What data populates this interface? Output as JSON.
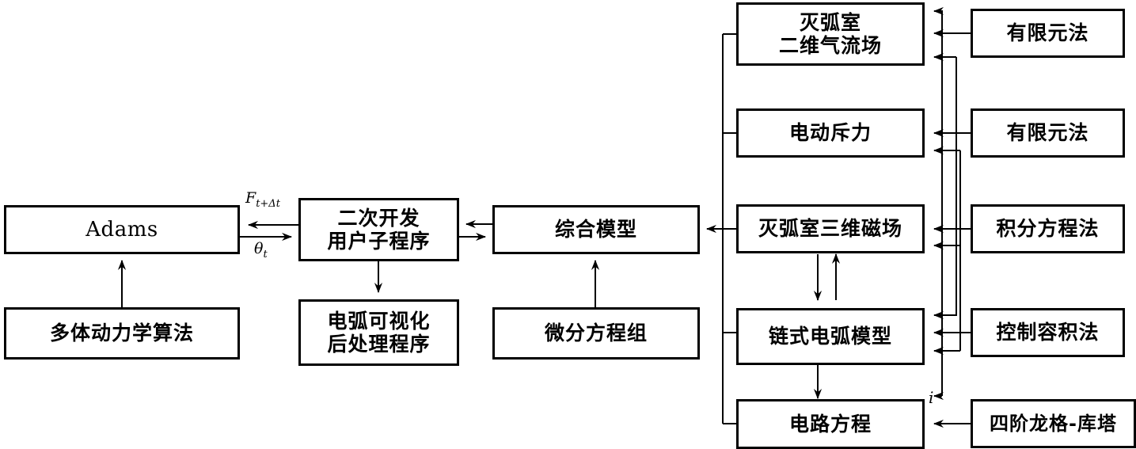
{
  "diagram": {
    "title": "Adams multi-body arc simulation coupling block diagram",
    "stroke_color": "#000000",
    "fill_color": "#ffffff",
    "boxes": [
      {
        "id": "adams",
        "label": "Adams",
        "script": "latin"
      },
      {
        "id": "mbd",
        "label": "多体动力学算法",
        "script": "cjk"
      },
      {
        "id": "subroutine",
        "label_line1": "二次开发",
        "label_line2": "用户子程序",
        "script": "cjk"
      },
      {
        "id": "arcvis",
        "label_line1": "电弧可视化",
        "label_line2": "后处理程序",
        "script": "cjk"
      },
      {
        "id": "integrated",
        "label": "综合模型",
        "script": "cjk"
      },
      {
        "id": "diffeq",
        "label": "微分方程组",
        "script": "cjk"
      },
      {
        "id": "airflow2d",
        "label_line1": "灭弧室",
        "label_line2": "二维气流场",
        "script": "cjk"
      },
      {
        "id": "repulsion",
        "label": "电动斥力",
        "script": "cjk"
      },
      {
        "id": "magfield3d",
        "label": "灭弧室三维磁场",
        "script": "cjk"
      },
      {
        "id": "chainarc",
        "label": "链式电弧模型",
        "script": "cjk"
      },
      {
        "id": "circuiteq",
        "label": "电路方程",
        "script": "cjk"
      },
      {
        "id": "fem1",
        "label": "有限元法",
        "script": "cjk"
      },
      {
        "id": "fem2",
        "label": "有限元法",
        "script": "cjk"
      },
      {
        "id": "integraleq",
        "label": "积分方程法",
        "script": "cjk"
      },
      {
        "id": "controlvol",
        "label": "控制容积法",
        "script": "cjk"
      },
      {
        "id": "rungekutta",
        "label": "四阶龙格-库塔",
        "script": "cjk"
      }
    ],
    "edge_labels": {
      "force": {
        "base": "F",
        "sub": "t+Δt"
      },
      "angle": {
        "base": "θ",
        "sub": "t"
      },
      "current": {
        "base": "i"
      }
    }
  }
}
